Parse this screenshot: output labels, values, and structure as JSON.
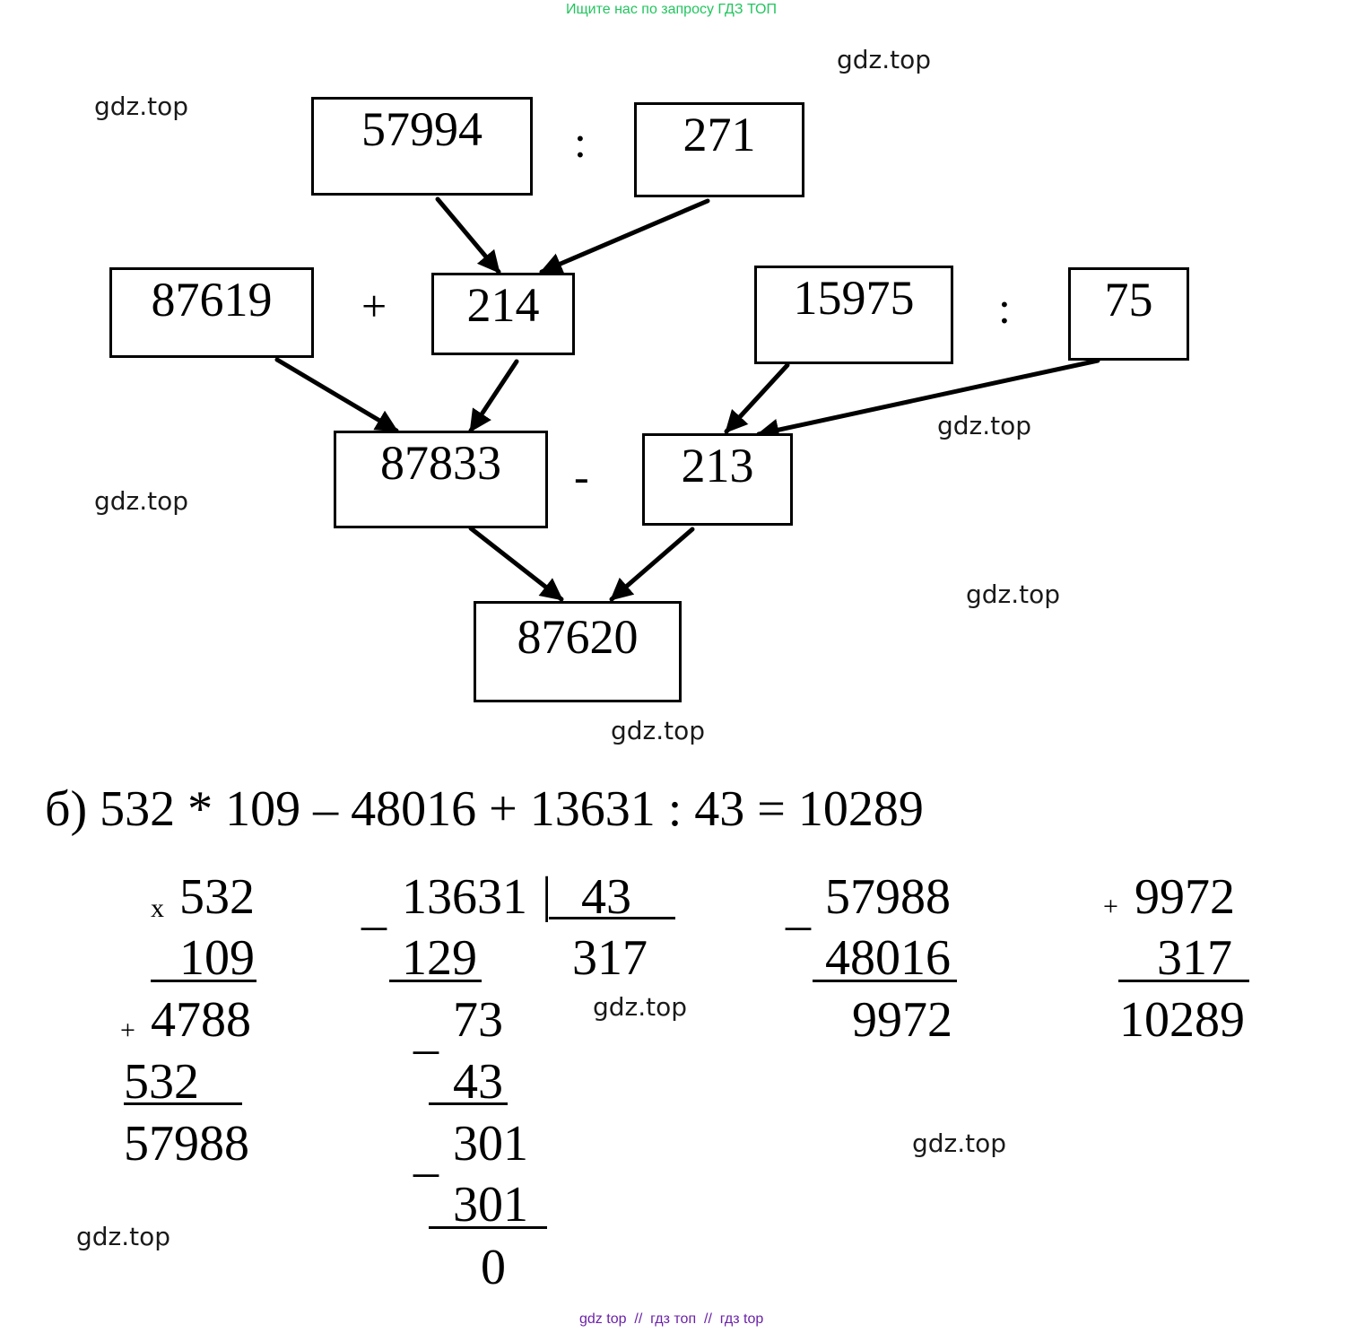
{
  "header_text": "Ищите нас по запросу ГДЗ ТОП",
  "watermark": "gdz.top",
  "diagram": {
    "boxes": {
      "a": "57994",
      "b": "271",
      "c": "87619",
      "d": "214",
      "e": "15975",
      "f": "75",
      "g": "87833",
      "h": "213",
      "result": "87620"
    },
    "ops": {
      "div1": ":",
      "plus": "+",
      "div2": ":",
      "minus": "-"
    }
  },
  "equation_b": "б) 532 * 109 – 48016 + 13631 : 43 = 10289",
  "calc_mult": {
    "sign_x": "x",
    "m1": "532",
    "m2": "109",
    "sign_plus": "+",
    "p1": "4788",
    "p2": "532",
    "result": "57988"
  },
  "calc_div": {
    "minus": "_",
    "dividend": "13631",
    "bar": "|",
    "divisor": "43",
    "quotient": "317",
    "s1": "129",
    "r1": "73",
    "s2": "43",
    "r2": "301",
    "s3": "301",
    "rem": "0"
  },
  "calc_sub": {
    "minus": "_",
    "a": "57988",
    "b": "48016",
    "result": "9972"
  },
  "calc_add": {
    "plus": "+",
    "a": "9972",
    "b": "317",
    "result": "10289"
  },
  "footer": {
    "a": "gdz top",
    "sep": "//",
    "b": "гдз топ",
    "c": "гдз top"
  }
}
